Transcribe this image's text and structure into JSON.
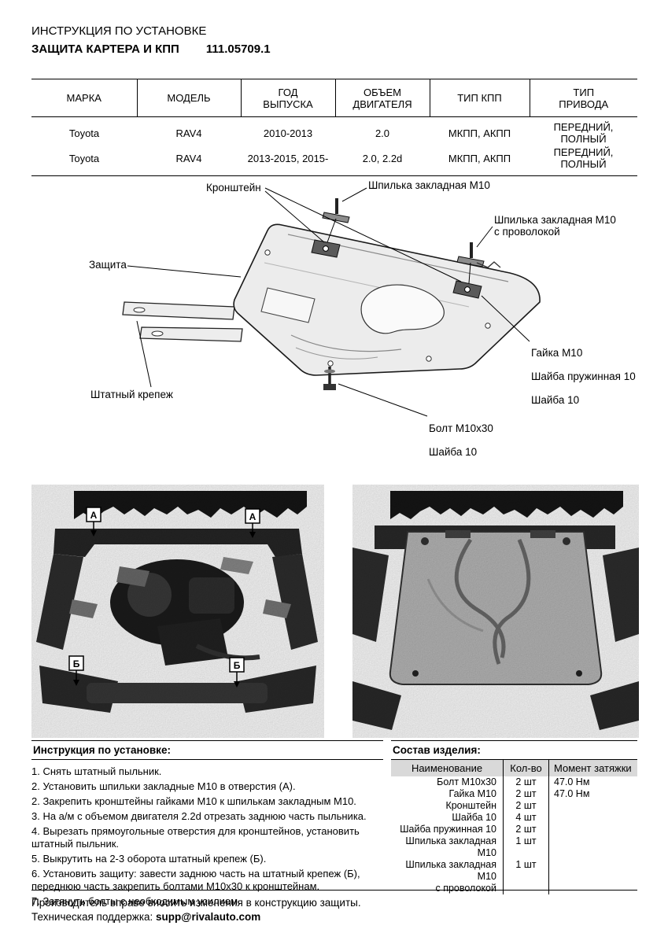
{
  "header": {
    "line1": "ИНСТРУКЦИЯ ПО УСТАНОВКЕ",
    "line2": "ЗАЩИТА КАРТЕРА И КПП",
    "part_number": "111.05709.1"
  },
  "spec_table": {
    "headers": [
      "МАРКА",
      "МОДЕЛЬ",
      "ГОД\nВЫПУСКА",
      "ОБЪЕМ\nДВИГАТЕЛЯ",
      "ТИП КПП",
      "ТИП\nПРИВОДА"
    ],
    "rows": [
      [
        "Toyota",
        "RAV4",
        "2010-2013",
        "2.0",
        "МКПП, АКПП",
        "ПЕРЕДНИЙ, ПОЛНЫЙ"
      ],
      [
        "Toyota",
        "RAV4",
        "2013-2015, 2015-",
        "2.0, 2.2d",
        "МКПП, АКПП",
        "ПЕРЕДНИЙ, ПОЛНЫЙ"
      ]
    ]
  },
  "diagram": {
    "labels": {
      "bracket": "Кронштейн",
      "stud_top": "Шпилька закладная М10",
      "stud_wire": "Шпилька закладная М10\nс проволокой",
      "guard": "Защита",
      "stock_fastener": "Штатный крепеж",
      "nut": "Гайка М10",
      "spring_washer": "Шайба пружинная 10",
      "washer": "Шайба 10",
      "bolt": "Болт М10х30",
      "bolt_washer": "Шайба 10"
    }
  },
  "photos": {
    "left": {
      "markers": [
        "А",
        "А",
        "Б",
        "Б"
      ]
    }
  },
  "instructions": {
    "title": "Инструкция по установке:",
    "steps": [
      "1. Снять штатный пыльник.",
      "2. Установить шпильки закладные М10 в отверстия (А).",
      "2. Закрепить кронштейны гайками М10 к шпилькам закладным М10.",
      "3. На а/м с объемом двигателя 2.2d отрезать заднюю часть пыльника.",
      "4. Вырезать прямоугольные отверстия для кронштейнов, установить штатный пыльник.",
      "5. Выкрутить на 2-3 оборота штатный крепеж (Б).",
      "6. Установить защиту: завести заднюю часть на штатный крепеж (Б), переднюю часть закрепить болтами М10х30 к кронштейнам.",
      "7. Затянуть болты с необходимым усилием."
    ]
  },
  "parts": {
    "title": "Состав изделия:",
    "headers": [
      "Наименование",
      "Кол-во",
      "Момент затяжки"
    ],
    "rows": [
      [
        "Болт М10х30",
        "2 шт",
        "47.0 Нм"
      ],
      [
        "Гайка М10",
        "2 шт",
        "47.0 Нм"
      ],
      [
        "Кронштейн",
        "2 шт",
        ""
      ],
      [
        "Шайба 10",
        "4 шт",
        ""
      ],
      [
        "Шайба пружинная 10",
        "2 шт",
        ""
      ],
      [
        "Шпилька закладная М10",
        "1 шт",
        ""
      ],
      [
        "Шпилька закладная М10",
        "1 шт",
        ""
      ],
      [
        "с проволокой",
        "",
        ""
      ]
    ]
  },
  "footer": {
    "line1": "Производитель вправе вносить изменения в конструкцию защиты.",
    "support_label": "Техническая поддержка: ",
    "email": "supp@rivalauto.com"
  }
}
